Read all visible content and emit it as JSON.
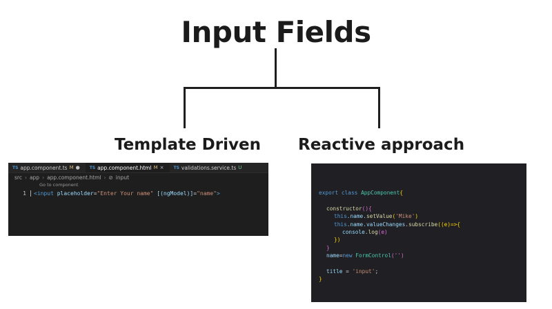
{
  "title": "Input Fields",
  "branches": {
    "left": "Template Driven",
    "right": "Reactive approach"
  },
  "template_editor": {
    "tabs": [
      {
        "icon": "TS",
        "name": "app.component.ts",
        "status": "M"
      },
      {
        "icon": "TS",
        "name": "app.component.html",
        "status": "M"
      },
      {
        "icon": "TS",
        "name": "validations.service.ts",
        "status": "U"
      }
    ],
    "breadcrumb": [
      "src",
      "app",
      "app.component.html",
      "input"
    ],
    "codelens": "Go to component",
    "line_number": "1",
    "code": {
      "open": "<input",
      "attr1": "placeholder",
      "eq1": "=",
      "val1": "\"Enter Your name\"",
      "attr2": "[(ngModel)]",
      "eq2": "=",
      "val2": "\"name\"",
      "close": ">"
    }
  },
  "reactive_editor": {
    "lines": {
      "l1_kw1": "export",
      "l1_kw2": "class",
      "l1_cls": "AppComponent",
      "l1_brace": "{",
      "l2_fn": "constructor",
      "l2_paren": "(){",
      "l3_this": "this",
      "l3_prop": ".name.",
      "l3_fn": "setValue",
      "l3_open": "(",
      "l3_str": "'Mike'",
      "l3_close": ")",
      "l4_this": "this",
      "l4_prop": ".name.",
      "l4_prop2": "valueChanges",
      "l4_dot": ".",
      "l4_fn": "subscribe",
      "l4_args": "((e)=>{",
      "l5_obj": "console",
      "l5_dot": ".",
      "l5_fn": "log",
      "l5_args": "(e)",
      "l6": "})",
      "l7": "}",
      "l8_prop": "name",
      "l8_eq": "=",
      "l8_new": "new",
      "l8_cls": "FormControl",
      "l8_args": "('')",
      "l9_prop": "title",
      "l9_eq": " = ",
      "l9_str": "'input'",
      "l9_semi": ";",
      "l10": "}"
    }
  }
}
